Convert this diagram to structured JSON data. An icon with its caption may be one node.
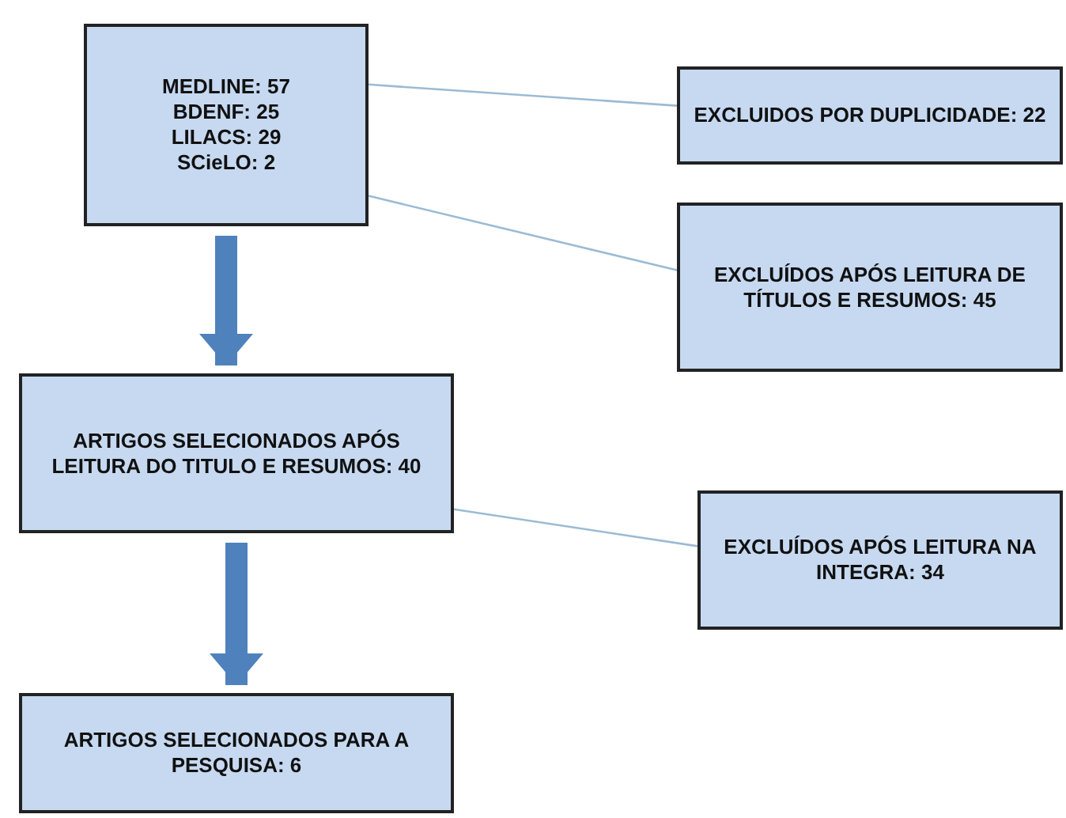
{
  "diagram": {
    "nodes": [
      {
        "text": [
          "MEDLINE: 57",
          "BDENF: 25",
          "LILACS: 29",
          "SCieLO: 2"
        ]
      },
      {
        "text": [
          "EXCLUIDOS POR DUPLICIDADE: 22"
        ]
      },
      {
        "text": [
          "EXCLUÍDOS APÓS LEITURA DE TÍTULOS E RESUMOS: 45"
        ]
      },
      {
        "text": [
          "ARTIGOS SELECIONADOS APÓS LEITURA DO TITULO E RESUMOS: 40"
        ]
      },
      {
        "text": [
          "EXCLUÍDOS APÓS LEITURA NA INTEGRA: 34"
        ]
      },
      {
        "text": [
          "ARTIGOS SELECIONADOS PARA A PESQUISA: 6"
        ]
      }
    ],
    "edges": [
      {
        "from": 0,
        "to": 3,
        "arrow": "to",
        "style": "thick",
        "color": "#4f81bd"
      },
      {
        "from": 0,
        "to": 1,
        "arrow": "none"
      },
      {
        "from": 0,
        "to": 2,
        "arrow": "none"
      },
      {
        "from": 3,
        "to": 5,
        "arrow": "to",
        "style": "thick",
        "color": "#4f81bd"
      },
      {
        "from": 3,
        "to": 4,
        "arrow": "none"
      }
    ]
  }
}
